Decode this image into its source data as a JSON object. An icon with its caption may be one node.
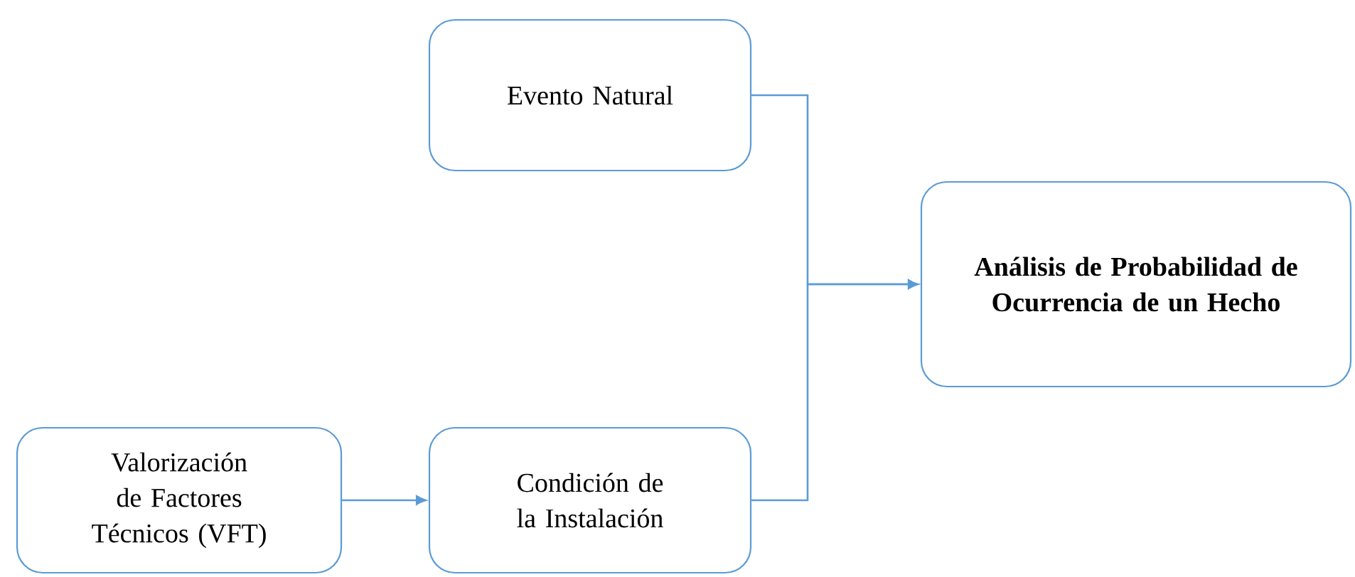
{
  "diagram": {
    "nodes": [
      {
        "text": [
          "Evento Natural"
        ]
      },
      {
        "text": [
          "Análisis de Probabilidad de Ocurrencia de un Hecho"
        ]
      },
      {
        "text": [
          "Valorización de Factores Técnicos (VFT)"
        ]
      },
      {
        "text": [
          "Condición de la Instalación"
        ]
      }
    ],
    "edges": [
      {
        "from": 0,
        "to": 1,
        "arrow": "to"
      },
      {
        "from": 3,
        "to": 1,
        "arrow": "to"
      },
      {
        "from": 2,
        "to": 3,
        "arrow": "to"
      }
    ]
  }
}
